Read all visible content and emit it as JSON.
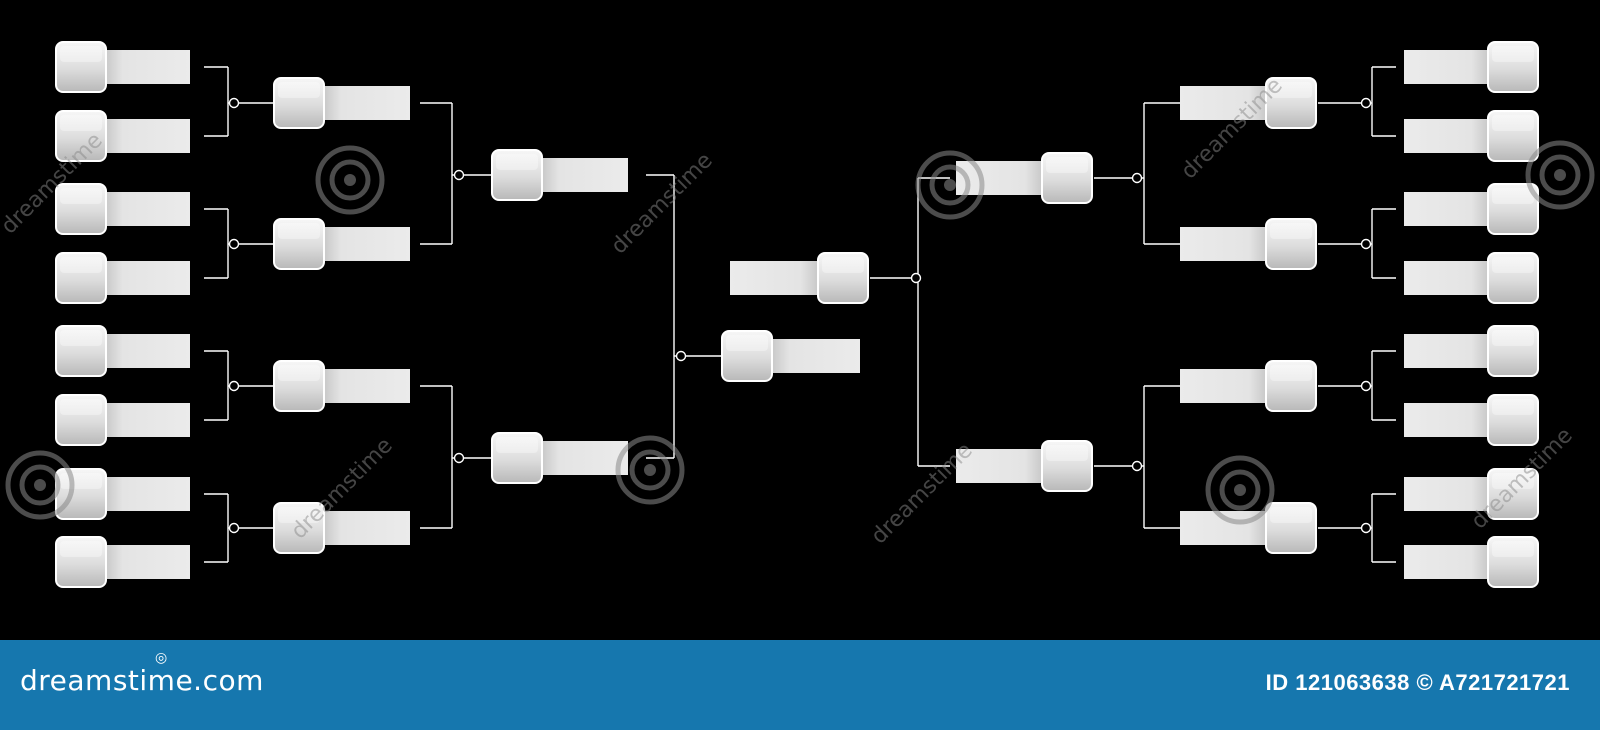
{
  "bracket": {
    "rounds_per_side": 4,
    "left": {
      "entries": 8,
      "round_of_8": [
        "",
        "",
        "",
        "",
        "",
        "",
        "",
        ""
      ],
      "quarterfinals": [
        "",
        "",
        "",
        ""
      ],
      "semifinals": [
        "",
        ""
      ]
    },
    "right": {
      "entries": 8,
      "round_of_8": [
        "",
        "",
        "",
        "",
        "",
        "",
        "",
        ""
      ],
      "quarterfinals": [
        "",
        "",
        "",
        ""
      ],
      "semifinals": [
        "",
        ""
      ]
    },
    "final": [
      "",
      ""
    ],
    "colors": {
      "background": "#000000",
      "box_fill_top": "#f4f4f4",
      "box_fill_bottom": "#bdbdbd",
      "box_border": "#ffffff",
      "label_bar": "#e6e6e6",
      "connector": "#ffffff"
    }
  },
  "watermark": {
    "text": "dreamstime",
    "icon": "spiral-logo-icon",
    "color": "#8a8a8a"
  },
  "footer": {
    "logo_text": "dreamstime.com",
    "image_id": "ID 121063638 © A721721721",
    "background": "#1677ae"
  }
}
